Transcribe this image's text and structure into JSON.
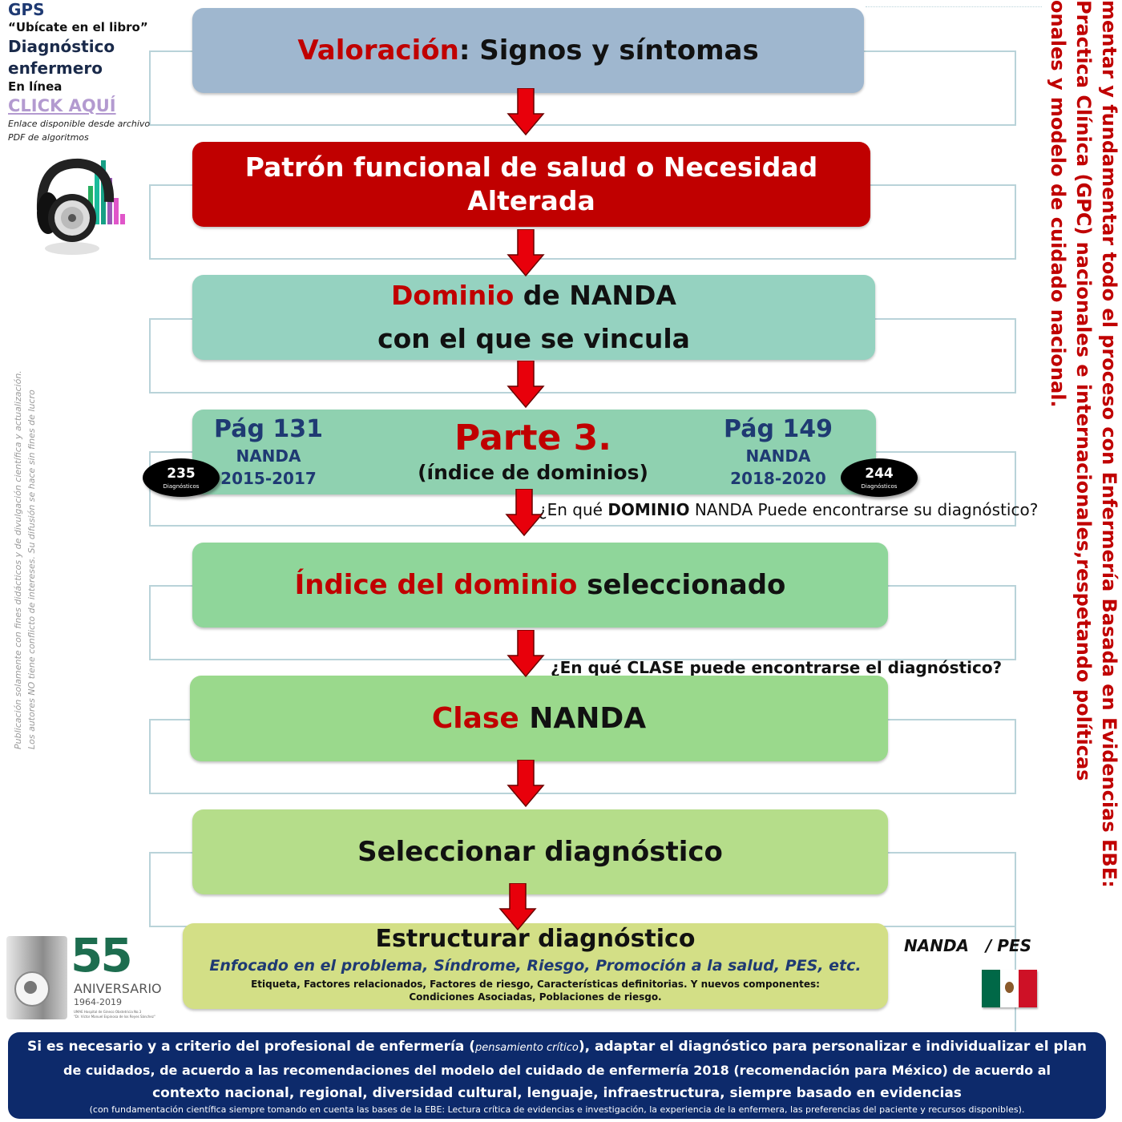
{
  "sidebar": {
    "gps": "GPS",
    "ubicate": "“Ubícate en el libro”",
    "diag_line1": "Diagnóstico",
    "diag_line2": "enfermero",
    "en_linea": "En línea",
    "click": "CLICK AQUÍ",
    "link_note1": "Enlace disponible desde archivo",
    "link_note2": "PDF de algoritmos",
    "disclaimer1": "Publicación solamente con fines didácticos y de divulgación científica y actualización.",
    "disclaimer2": "Los autores NO tiene conflicto de intereses. Su difusión se hace sin fines de lucro"
  },
  "flow": {
    "step1": {
      "red": "Valoración",
      "rest": ": Signos y síntomas"
    },
    "step2": {
      "line1": "Patrón funcional de salud o  Necesidad",
      "line2": "Alterada"
    },
    "step3": {
      "red": "Dominio",
      "rest": " de NANDA",
      "line2": "con el que se vincula"
    },
    "step4": {
      "left_page": "Pág 131",
      "left_nanda": "NANDA",
      "left_years": "2015-2017",
      "title": "Parte 3.",
      "subtitle": "(índice de dominios)",
      "right_page": "Pág 149",
      "right_nanda": "NANDA",
      "right_years": "2018-2020"
    },
    "step5": {
      "red": "Índice del dominio",
      "rest": " seleccionado"
    },
    "step6": {
      "red": "Clase",
      "rest": " NANDA"
    },
    "step7": {
      "text": "Seleccionar diagnóstico"
    },
    "step8": {
      "title": "Estructurar diagnóstico",
      "subtitle": "Enfocado en el problema, Síndrome, Riesgo, Promoción a la salud, PES, etc.",
      "detail1": "Etiqueta, Factores relacionados, Factores de riesgo, Características definitorias. Y nuevos componentes:",
      "detail2": "Condiciones Asociadas, Poblaciones de riesgo."
    }
  },
  "badges": {
    "left": {
      "number": "235",
      "label": "Diagnósticos"
    },
    "right": {
      "number": "244",
      "label": "Diagnósticos"
    }
  },
  "questions": {
    "q1_pre": "¿En qué ",
    "q1_bold": "DOMINIO",
    "q1_post": " NANDA Puede encontrarse su diagnóstico?",
    "q2": "¿En qué CLASE puede encontrarse el diagnóstico?"
  },
  "nanda_pes": {
    "nanda": "NANDA",
    "sep": "/",
    "pes": "PES"
  },
  "right_vertical": {
    "line1": "mentar y fundamentar todo el proceso con Enfermería Basada en Evidencias EBE:",
    "line2": "Practica Clínica (GPC) nacionales e internacionales,respetando políticas",
    "line3": "onales y modelo de cuidado nacional."
  },
  "logo": {
    "number": "55",
    "aniversario": "ANIVERSARIO",
    "years": "1964-2019",
    "small": "UMAE Hospital de Gineco Obstetricia No.3",
    "small2": "\"Dr. Víctor Manuel Espinosa de los Reyes Sánchez\""
  },
  "footer": {
    "line1_a": "Si es necesario y a criterio del profesional de enfermería (",
    "line1_italic": "pensamiento crítico",
    "line1_b": "), adaptar el diagnóstico para personalizar e individualizar el plan",
    "line2": "de cuidados, de acuerdo a las recomendaciones del modelo del cuidado de enfermería 2018 (recomendación para México) de acuerdo al",
    "line3": "contexto nacional, regional, diversidad cultural, lenguaje, infraestructura, siempre basado en evidencias",
    "line4": "(con fundamentación científica siempre tomando en cuenta las bases de la EBE: Lectura crítica de evidencias e investigación, la experiencia de la enfermera, las preferencias del paciente y recursos disponibles)."
  },
  "colors": {
    "step1": "#9fb7cf",
    "step2": "#c00000",
    "step3": "#95d2c0",
    "step4": "#8fd1b0",
    "step5": "#8fd69a",
    "step6": "#9ad98c",
    "step7": "#b5dd8a",
    "step8": "#d3df86",
    "footer": "#0d2a6b",
    "accent_red": "#c00000",
    "arrow": "#e8000b"
  }
}
